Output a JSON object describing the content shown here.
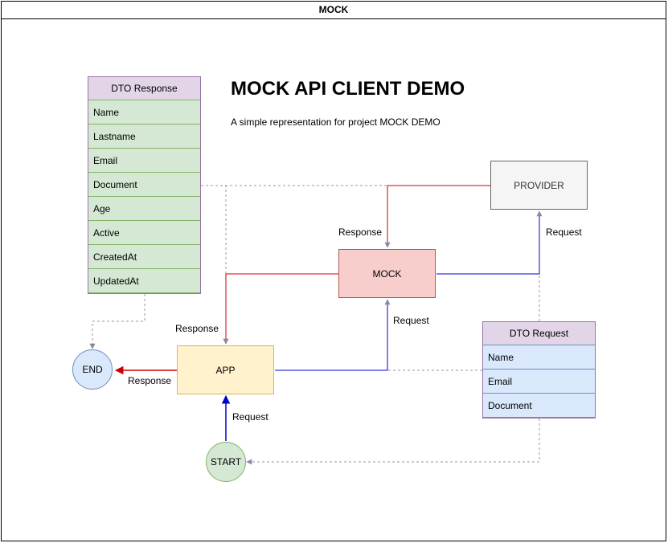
{
  "frame": {
    "title": "MOCK"
  },
  "header": {
    "title": "MOCK API CLIENT DEMO",
    "subtitle": "A simple representation for project MOCK DEMO"
  },
  "nodes": {
    "provider": "PROVIDER",
    "mock": "MOCK",
    "app": "APP",
    "start": "START",
    "end": "END"
  },
  "dto_response": {
    "title": "DTO Response",
    "fields": [
      "Name",
      "Lastname",
      "Email",
      "Document",
      "Age",
      "Active",
      "CreatedAt",
      "UpdatedAt"
    ]
  },
  "dto_request": {
    "title": "DTO Request",
    "fields": [
      "Name",
      "Email",
      "Document"
    ]
  },
  "edge_labels": {
    "provider_to_mock": "Response",
    "mock_to_provider": "Request",
    "mock_to_app": "Response",
    "app_to_mock": "Request",
    "app_to_end": "Response",
    "start_to_app": "Request"
  },
  "colors": {
    "response_edge": "#cc0000",
    "request_edge": "#0000cc",
    "dashed_edge": "#999999",
    "header_purple": "#e1d5e7",
    "green_fill": "#d5e8d4",
    "green_stroke": "#82b366",
    "blue_fill": "#dae8fc",
    "blue_stroke": "#6c8ebf",
    "red_fill": "#f8cecc",
    "red_stroke": "#b85450",
    "yellow_fill": "#fff2cc",
    "yellow_stroke": "#d6b656",
    "gray_fill": "#f5f5f5",
    "gray_stroke": "#666666"
  }
}
